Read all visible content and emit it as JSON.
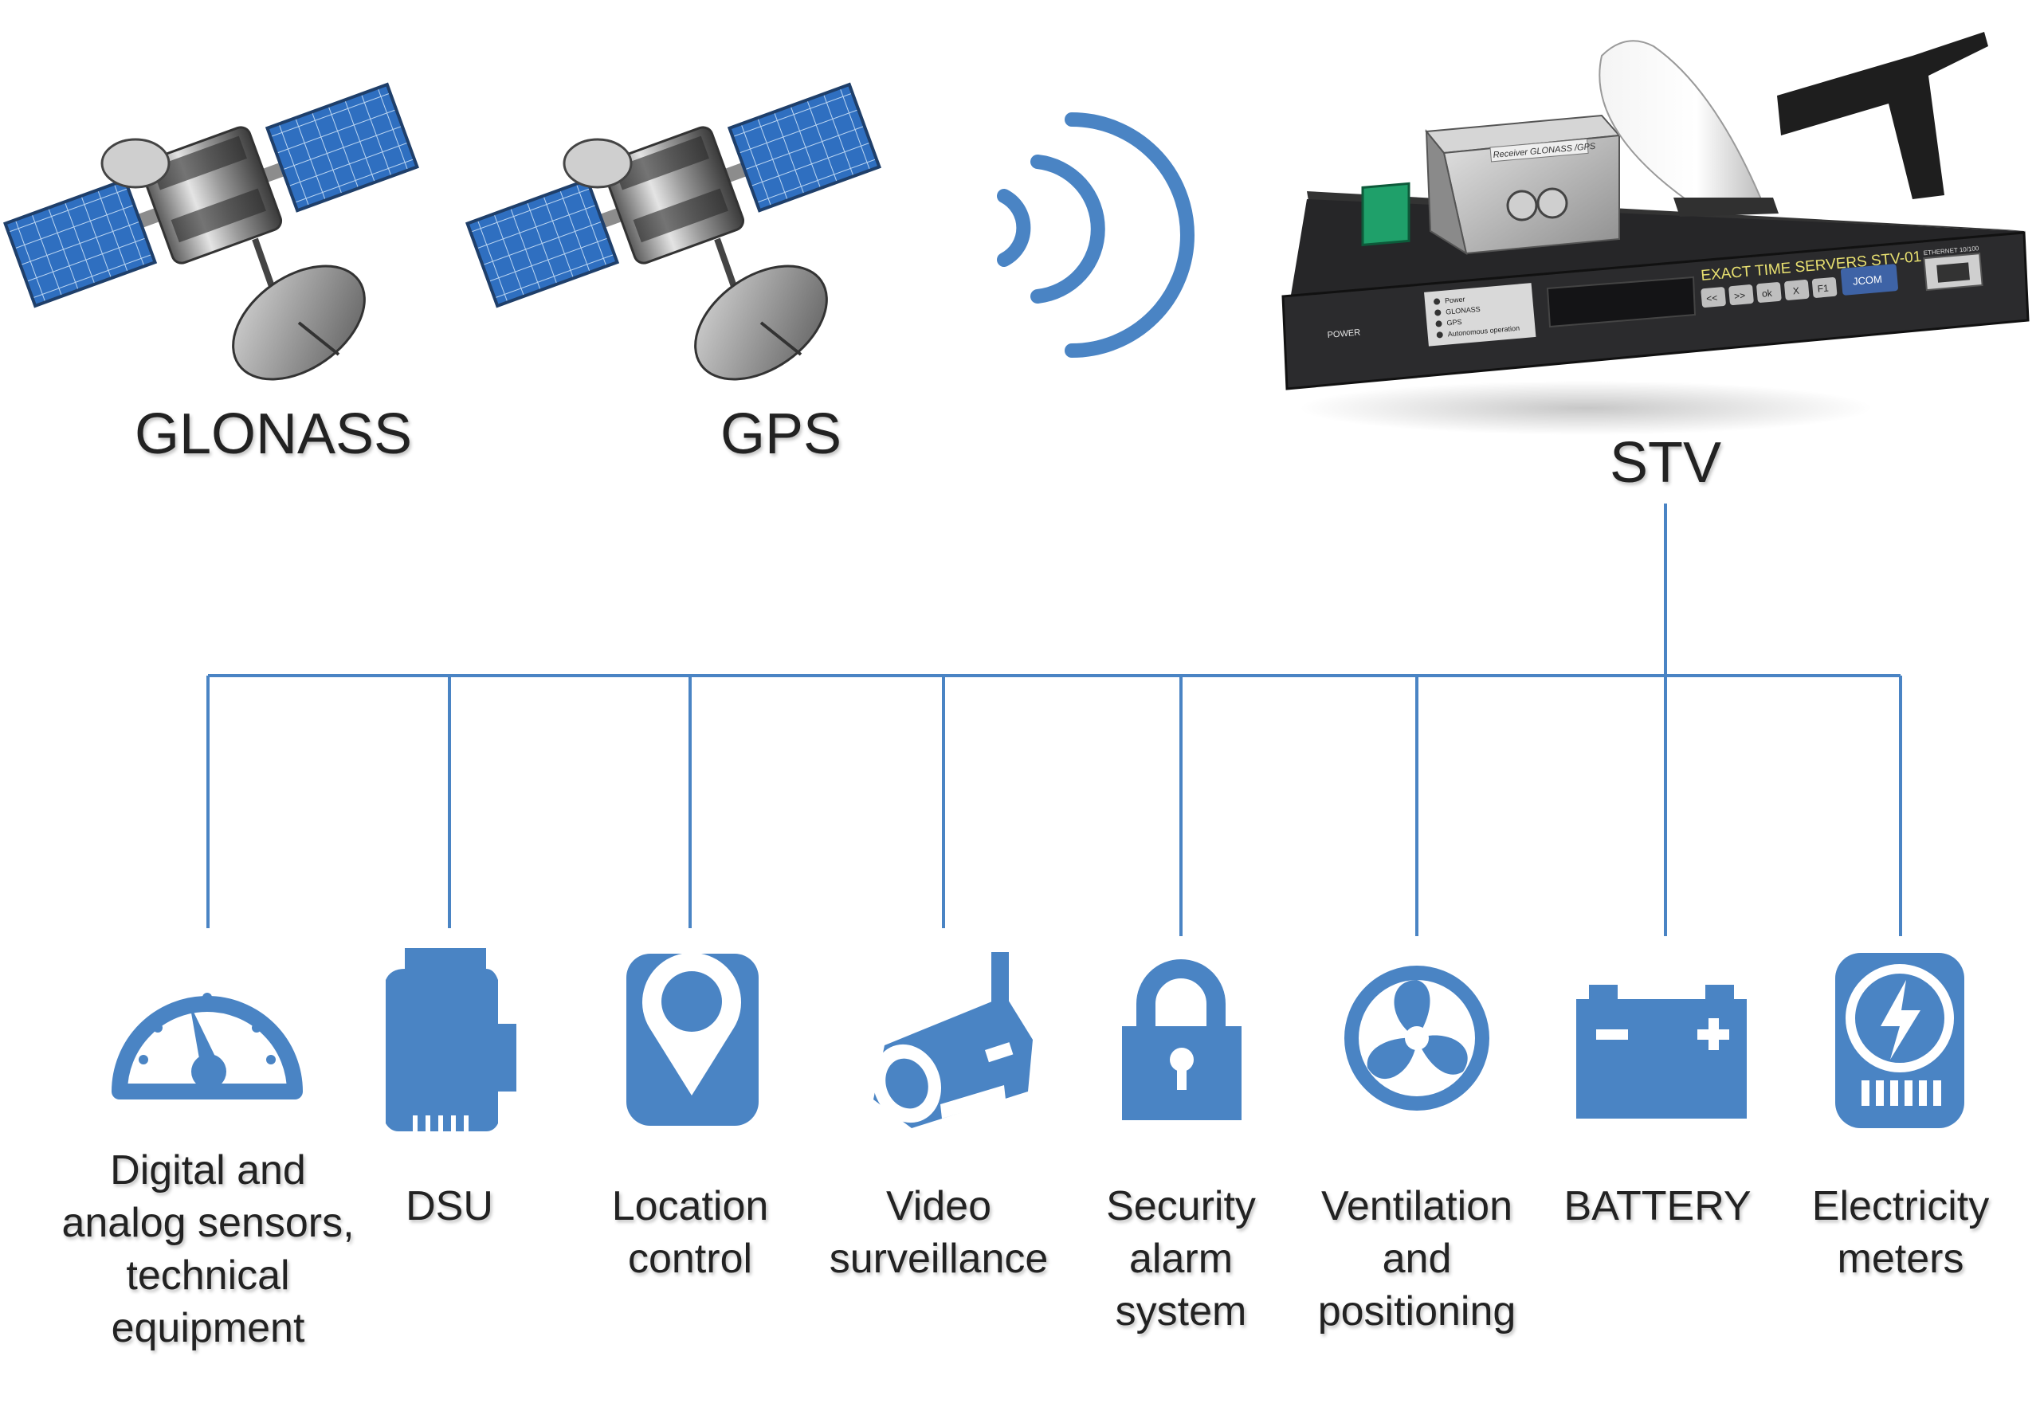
{
  "sources": {
    "glonass": "GLONASS",
    "gps": "GPS",
    "stv": "STV"
  },
  "server": {
    "receiver_box_label": "Receiver GLONASS /GPS",
    "front_title": "EXACT TIME SERVERS STV-01",
    "power_label": "POWER",
    "indicators": [
      "Power",
      "GLONASS",
      "GPS",
      "Autonomous operation"
    ],
    "buttons": [
      "<<",
      ">>",
      "ok",
      "X",
      "F1"
    ],
    "brand": "JCOM",
    "port_label": "ETHERNET 10/100"
  },
  "devices": [
    {
      "icon": "gauge-icon",
      "lines": [
        "Digital and",
        "analog sensors,",
        "technical",
        "equipment"
      ]
    },
    {
      "icon": "dsu-icon",
      "lines": [
        "DSU"
      ]
    },
    {
      "icon": "location-pin-icon",
      "lines": [
        "Location",
        "control"
      ]
    },
    {
      "icon": "cctv-camera-icon",
      "lines": [
        "Video",
        "surveillance"
      ]
    },
    {
      "icon": "padlock-icon",
      "lines": [
        "Security",
        "alarm",
        "system"
      ]
    },
    {
      "icon": "fan-icon",
      "lines": [
        "Ventilation",
        "and",
        "positioning"
      ]
    },
    {
      "icon": "battery-icon",
      "lines": [
        "BATTERY"
      ]
    },
    {
      "icon": "electricity-meter-icon",
      "lines": [
        "Electricity",
        "meters"
      ]
    }
  ],
  "colors": {
    "accent": "#4a84c4",
    "text": "#222222",
    "panel": "#2b2b2d",
    "solar": "#2f6fc0"
  }
}
